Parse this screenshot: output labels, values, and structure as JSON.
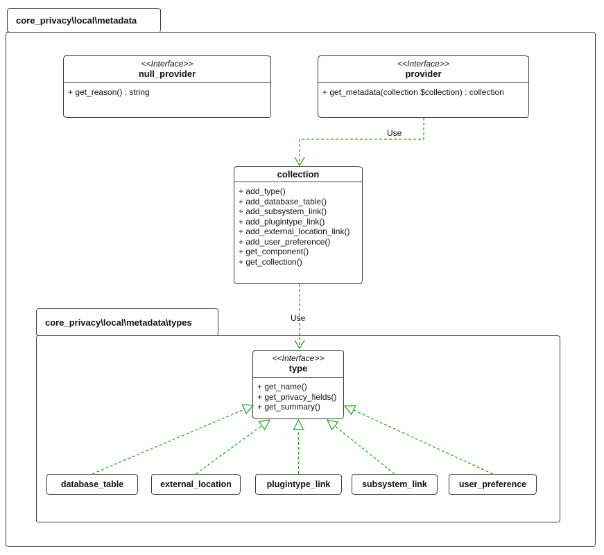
{
  "colors": {
    "arrow": "#2aa82a",
    "border": "#3a3a3a",
    "text": "#111111",
    "background": "#ffffff"
  },
  "packages": {
    "outer": {
      "title": "core_privacy\\local\\metadata"
    },
    "types": {
      "title": "core_privacy\\local\\metadata\\types"
    }
  },
  "nodes": {
    "null_provider": {
      "stereotype": "<<Interface>>",
      "name": "null_provider",
      "methods": [
        "+ get_reason() : string"
      ]
    },
    "provider": {
      "stereotype": "<<Interface>>",
      "name": "provider",
      "methods": [
        "+ get_metadata(collection $collection) : collection"
      ]
    },
    "collection": {
      "name": "collection",
      "methods": [
        "+ add_type()",
        "+ add_database_table()",
        "+ add_subsystem_link()",
        "+ add_plugintype_link()",
        "+ add_external_location_link()",
        "+ add_user_preference()",
        "+ get_component()",
        "+ get_collection()"
      ]
    },
    "type": {
      "stereotype": "<<Interface>>",
      "name": "type",
      "methods": [
        "+ get_name()",
        "+ get_privacy_fields()",
        "+ get_summary()"
      ]
    },
    "implementations": [
      {
        "name": "database_table"
      },
      {
        "name": "external_location"
      },
      {
        "name": "plugintype_link"
      },
      {
        "name": "subsystem_link"
      },
      {
        "name": "user_preference"
      }
    ]
  },
  "edges": {
    "provider_to_collection_label": "Use",
    "collection_to_type_label": "Use"
  }
}
